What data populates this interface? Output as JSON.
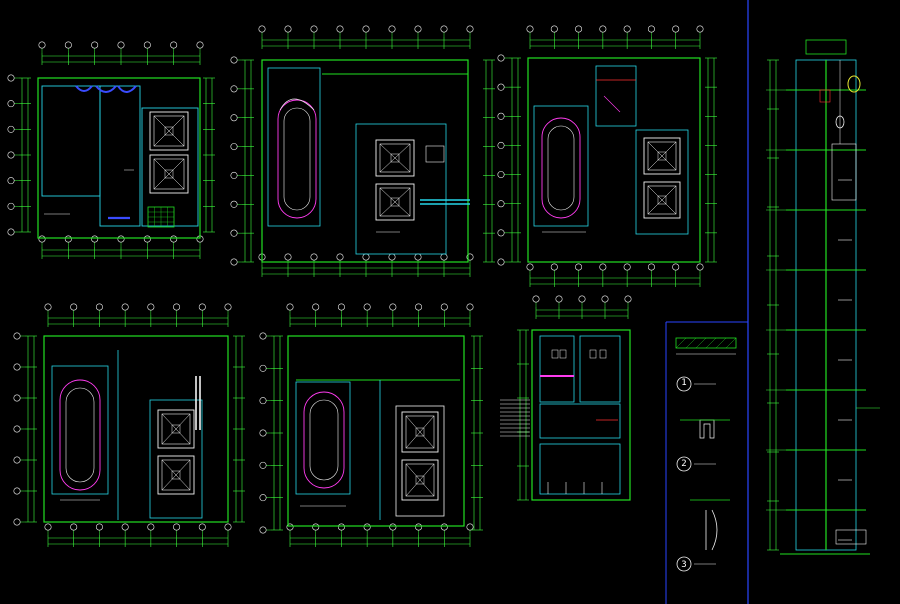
{
  "drawing": {
    "background": "#000000",
    "colors": {
      "wall": "#21e021",
      "dim": "#3cff3c",
      "cyan": "#26d6e8",
      "white": "#f2f2f2",
      "magenta": "#ff3cf0",
      "yellow": "#e8e832",
      "red": "#ff3030",
      "blue": "#3a4cff",
      "frame": "#2a45ff"
    },
    "detail_markers": [
      {
        "label": "1"
      },
      {
        "label": "2"
      },
      {
        "label": "3"
      }
    ]
  }
}
